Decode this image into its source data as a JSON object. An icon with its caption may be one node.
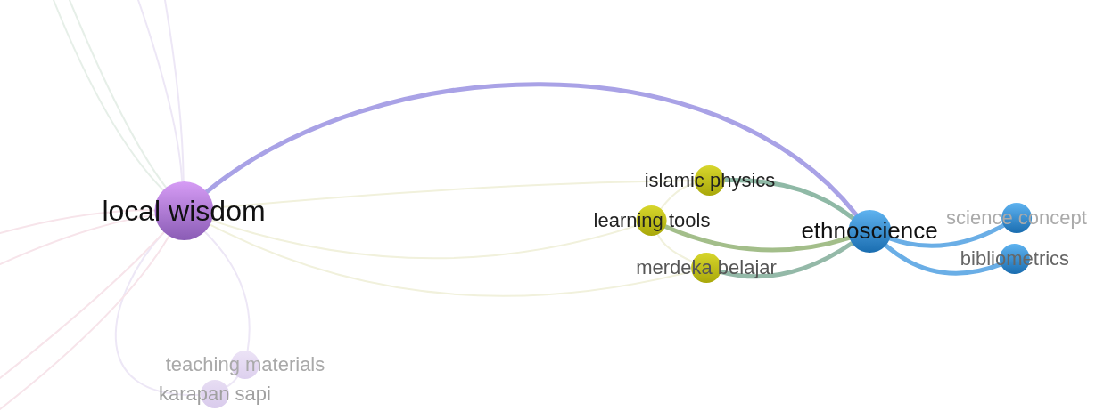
{
  "diagram": {
    "nodes": [
      {
        "text": [
          "local wisdom"
        ]
      },
      {
        "text": [
          "islamic physics"
        ]
      },
      {
        "text": [
          "learning tools"
        ]
      },
      {
        "text": [
          "merdeka belajar"
        ]
      },
      {
        "text": [
          "ethnoscience"
        ]
      },
      {
        "text": [
          "science concept"
        ]
      },
      {
        "text": [
          "bibliometrics"
        ]
      },
      {
        "text": [
          "teaching materials"
        ]
      },
      {
        "text": [
          "karapan sapi"
        ]
      }
    ],
    "edges": [
      {
        "from": 0,
        "to": 4,
        "arrow": "none",
        "style": "thick",
        "color": "#a9a2e6"
      },
      {
        "from": 1,
        "to": 4,
        "arrow": "none",
        "style": "thick",
        "color": "#8fb9a6"
      },
      {
        "from": 2,
        "to": 4,
        "arrow": "none",
        "style": "thick",
        "color": "#a3be8a"
      },
      {
        "from": 3,
        "to": 4,
        "arrow": "none",
        "style": "thick",
        "color": "#94b9a8"
      },
      {
        "from": 4,
        "to": 5,
        "arrow": "none",
        "style": "thick",
        "color": "#6aaee6"
      },
      {
        "from": 4,
        "to": 6,
        "arrow": "none",
        "style": "thick",
        "color": "#6aaee6"
      },
      {
        "from": 0,
        "to": 1,
        "arrow": "none",
        "color": "#f1f1dc"
      },
      {
        "from": 0,
        "to": 2,
        "arrow": "none",
        "color": "#f1f1dc"
      },
      {
        "from": 0,
        "to": 3,
        "arrow": "none",
        "color": "#f1f1dc"
      },
      {
        "from": 2,
        "to": 3,
        "arrow": "none",
        "color": "#f1f1dc"
      },
      {
        "from": 1,
        "to": 2,
        "arrow": "none",
        "color": "#f1f1dc"
      },
      {
        "from": 0,
        "to": 7,
        "arrow": "none"
      },
      {
        "from": 0,
        "to": 8,
        "arrow": "none"
      },
      {
        "from": 7,
        "to": 8,
        "arrow": "none"
      },
      {
        "from": 0,
        "to": null,
        "arrow": "none",
        "color": "#e6efe8"
      },
      {
        "from": 0,
        "to": null,
        "arrow": "none",
        "color": "#e6efe8"
      },
      {
        "from": 0,
        "to": null,
        "arrow": "none"
      },
      {
        "from": 0,
        "to": null,
        "arrow": "none"
      },
      {
        "from": 0,
        "to": null,
        "arrow": "none",
        "color": "#f7e4ea"
      },
      {
        "from": 0,
        "to": null,
        "arrow": "none",
        "color": "#f7e4ea"
      },
      {
        "from": 0,
        "to": null,
        "arrow": "none",
        "color": "#f7e4ea"
      },
      {
        "from": 0,
        "to": null,
        "arrow": "none",
        "color": "#f7e4ea"
      }
    ]
  }
}
